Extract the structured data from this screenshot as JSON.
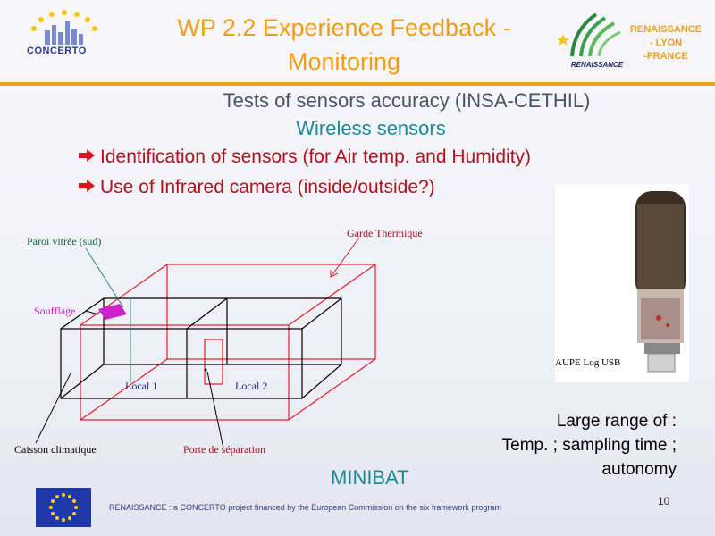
{
  "slide": {
    "title_line1": "WP 2.2  Experience Feedback -",
    "title_line2": "Monitoring",
    "subtitle": "Tests of sensors accuracy  (INSA-CETHIL)",
    "subtitle2": "Wireless sensors",
    "bullets": [
      {
        "text": "Identification of sensors (for Air temp. and Humidity)"
      },
      {
        "text": "Use of Infrared camera (inside/outside?)"
      }
    ],
    "page_number": "10"
  },
  "logos": {
    "concerto_word": "CONCERTO",
    "renaissance_caption": "RENAISSANCE",
    "renaissance_lines": [
      "RENAISSANCE",
      "- LYON",
      "-FRANCE"
    ]
  },
  "diagram": {
    "labels": {
      "paroi": "Paroi vitrée (sud)",
      "garde": "Garde Thermique",
      "soufflage": "Soufflage",
      "local1": "Local 1",
      "local2": "Local 2",
      "caisson": "Caisson climatique",
      "porte": "Porte de séparation"
    },
    "caption": "MINIBAT"
  },
  "photo": {
    "caption": "AUPE Log USB"
  },
  "info_lines": [
    "Large range of :",
    "Temp. ; sampling time ;",
    "autonomy"
  ],
  "footer": "RENAISSANCE : a CONCERTO project financed by the European Commission on the six framework program",
  "colors": {
    "title": "#f39c12",
    "accent_rule": "#f0a020",
    "bullet": "#b0121b",
    "teal": "#1a8a99",
    "diagram_red": "#e0202a"
  }
}
